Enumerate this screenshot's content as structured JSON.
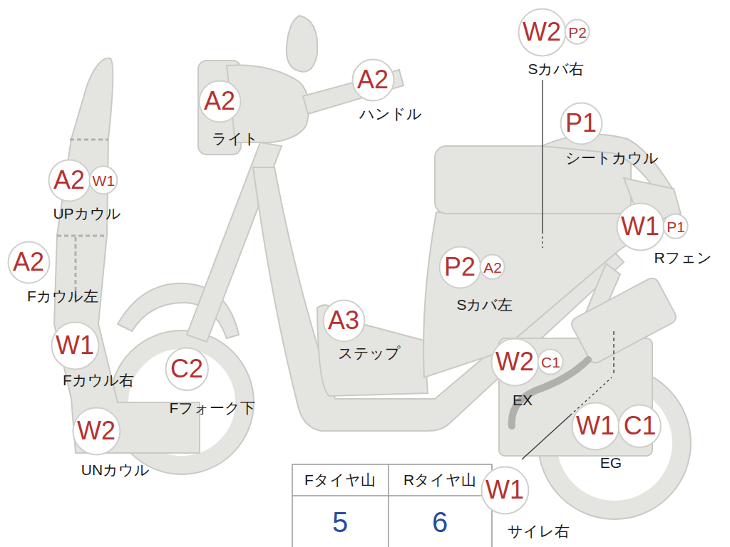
{
  "diagram": {
    "nodes": [
      {
        "text": [
          "W2"
        ]
      },
      {
        "text": [
          "P2"
        ]
      },
      {
        "text": [
          "A2"
        ]
      },
      {
        "text": [
          "A2"
        ]
      },
      {
        "text": [
          "P1"
        ]
      },
      {
        "text": [
          "A2"
        ]
      },
      {
        "text": [
          "W1"
        ]
      },
      {
        "text": [
          "W1"
        ]
      },
      {
        "text": [
          "P1"
        ]
      },
      {
        "text": [
          "A2"
        ]
      },
      {
        "text": [
          "P2"
        ]
      },
      {
        "text": [
          "A2"
        ]
      },
      {
        "text": [
          "A3"
        ]
      },
      {
        "text": [
          "W1"
        ]
      },
      {
        "text": [
          "C2"
        ]
      },
      {
        "text": [
          "W2"
        ]
      },
      {
        "text": [
          "C1"
        ]
      },
      {
        "text": [
          "W1"
        ]
      },
      {
        "text": [
          "C1"
        ]
      },
      {
        "text": [
          "W2"
        ]
      },
      {
        "text": [
          "W1"
        ]
      }
    ],
    "labels": [
      "Sカバ右",
      "ライト",
      "ハンドル",
      "シートカウル",
      "UPカウル",
      "Rフェン",
      "Fカウル左",
      "Sカバ左",
      "ステップ",
      "Fカウル右",
      "Fフォーク下",
      "EX",
      "EG",
      "UNカウル",
      "サイレ右",
      "Fタイヤ山",
      "Rタイヤ山",
      "5",
      "6"
    ]
  }
}
